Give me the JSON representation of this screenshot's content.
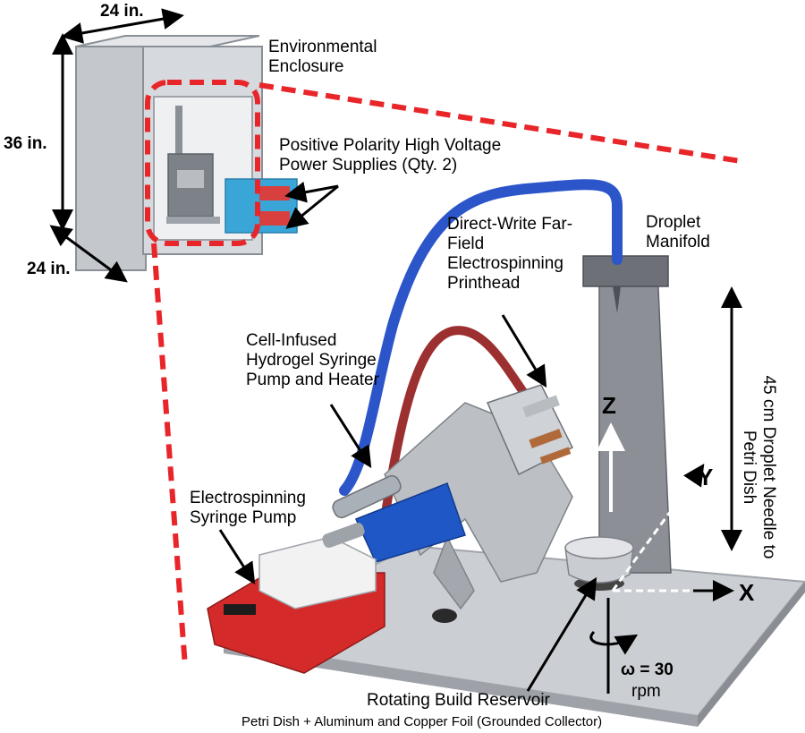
{
  "colors": {
    "dashed_callout": "#e8262a",
    "blue_tube": "#2b55c9",
    "red_tube": "#9c2f2f",
    "enclosure_frame": "#9ea3aa",
    "platform": "#c9ccd1",
    "pump_red": "#d42a2a",
    "pump_blue": "#1f57c7",
    "power_supply": "#3aa6d8"
  },
  "enclosure": {
    "width_top": "24 in.",
    "height": "36 in.",
    "depth": "24 in.",
    "label_line1": "Environmental",
    "label_line2": "Enclosure"
  },
  "labels": {
    "power_line1": "Positive Polarity High Voltage",
    "power_line2": "Power Supplies (Qty. 2)",
    "printhead_line1": "Direct-Write Far-",
    "printhead_line2": "Field",
    "printhead_line3": "Electrospinning",
    "printhead_line4": "Printhead",
    "manifold_line1": "Droplet",
    "manifold_line2": "Manifold",
    "cell_line1": "Cell-Infused",
    "cell_line2": "Hydrogel Syringe",
    "cell_line3": "Pump and Heater",
    "espump_line1": "Electrospinning",
    "espump_line2": "Syringe Pump",
    "vertical_dim": "45 cm Droplet Needle to Petri Dish",
    "reservoir": "Rotating Build Reservoir",
    "footer": "Petri Dish + Aluminum and Copper  Foil (Grounded Collector)"
  },
  "axes": {
    "z": "Z",
    "y": "Y",
    "x": "X",
    "omega": "ω = 30",
    "rpm": "rpm"
  }
}
